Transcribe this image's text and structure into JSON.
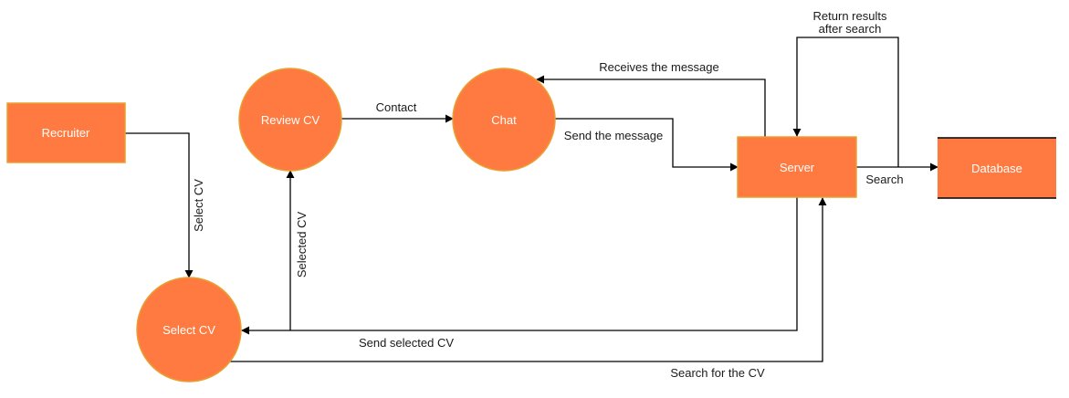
{
  "colors": {
    "node_fill": "#FF7A40",
    "node_stroke": "#E8A030",
    "edge": "#000000",
    "text": "#1a1a1a",
    "node_text": "#ffffff"
  },
  "nodes": {
    "recruiter": "Recruiter",
    "review_cv": "Review CV",
    "chat": "Chat",
    "server": "Server",
    "database": "Database",
    "select_cv": "Select CV"
  },
  "edges": {
    "contact": "Contact",
    "receives_message": "Receives the message",
    "send_message": "Send the message",
    "return_results_line1": "Return results",
    "return_results_line2": "after search",
    "search": "Search",
    "select_cv": "Select  CV",
    "selected_cv": "Selected  CV",
    "send_selected_cv": "Send selected CV",
    "search_for_cv": "Search for the CV"
  }
}
